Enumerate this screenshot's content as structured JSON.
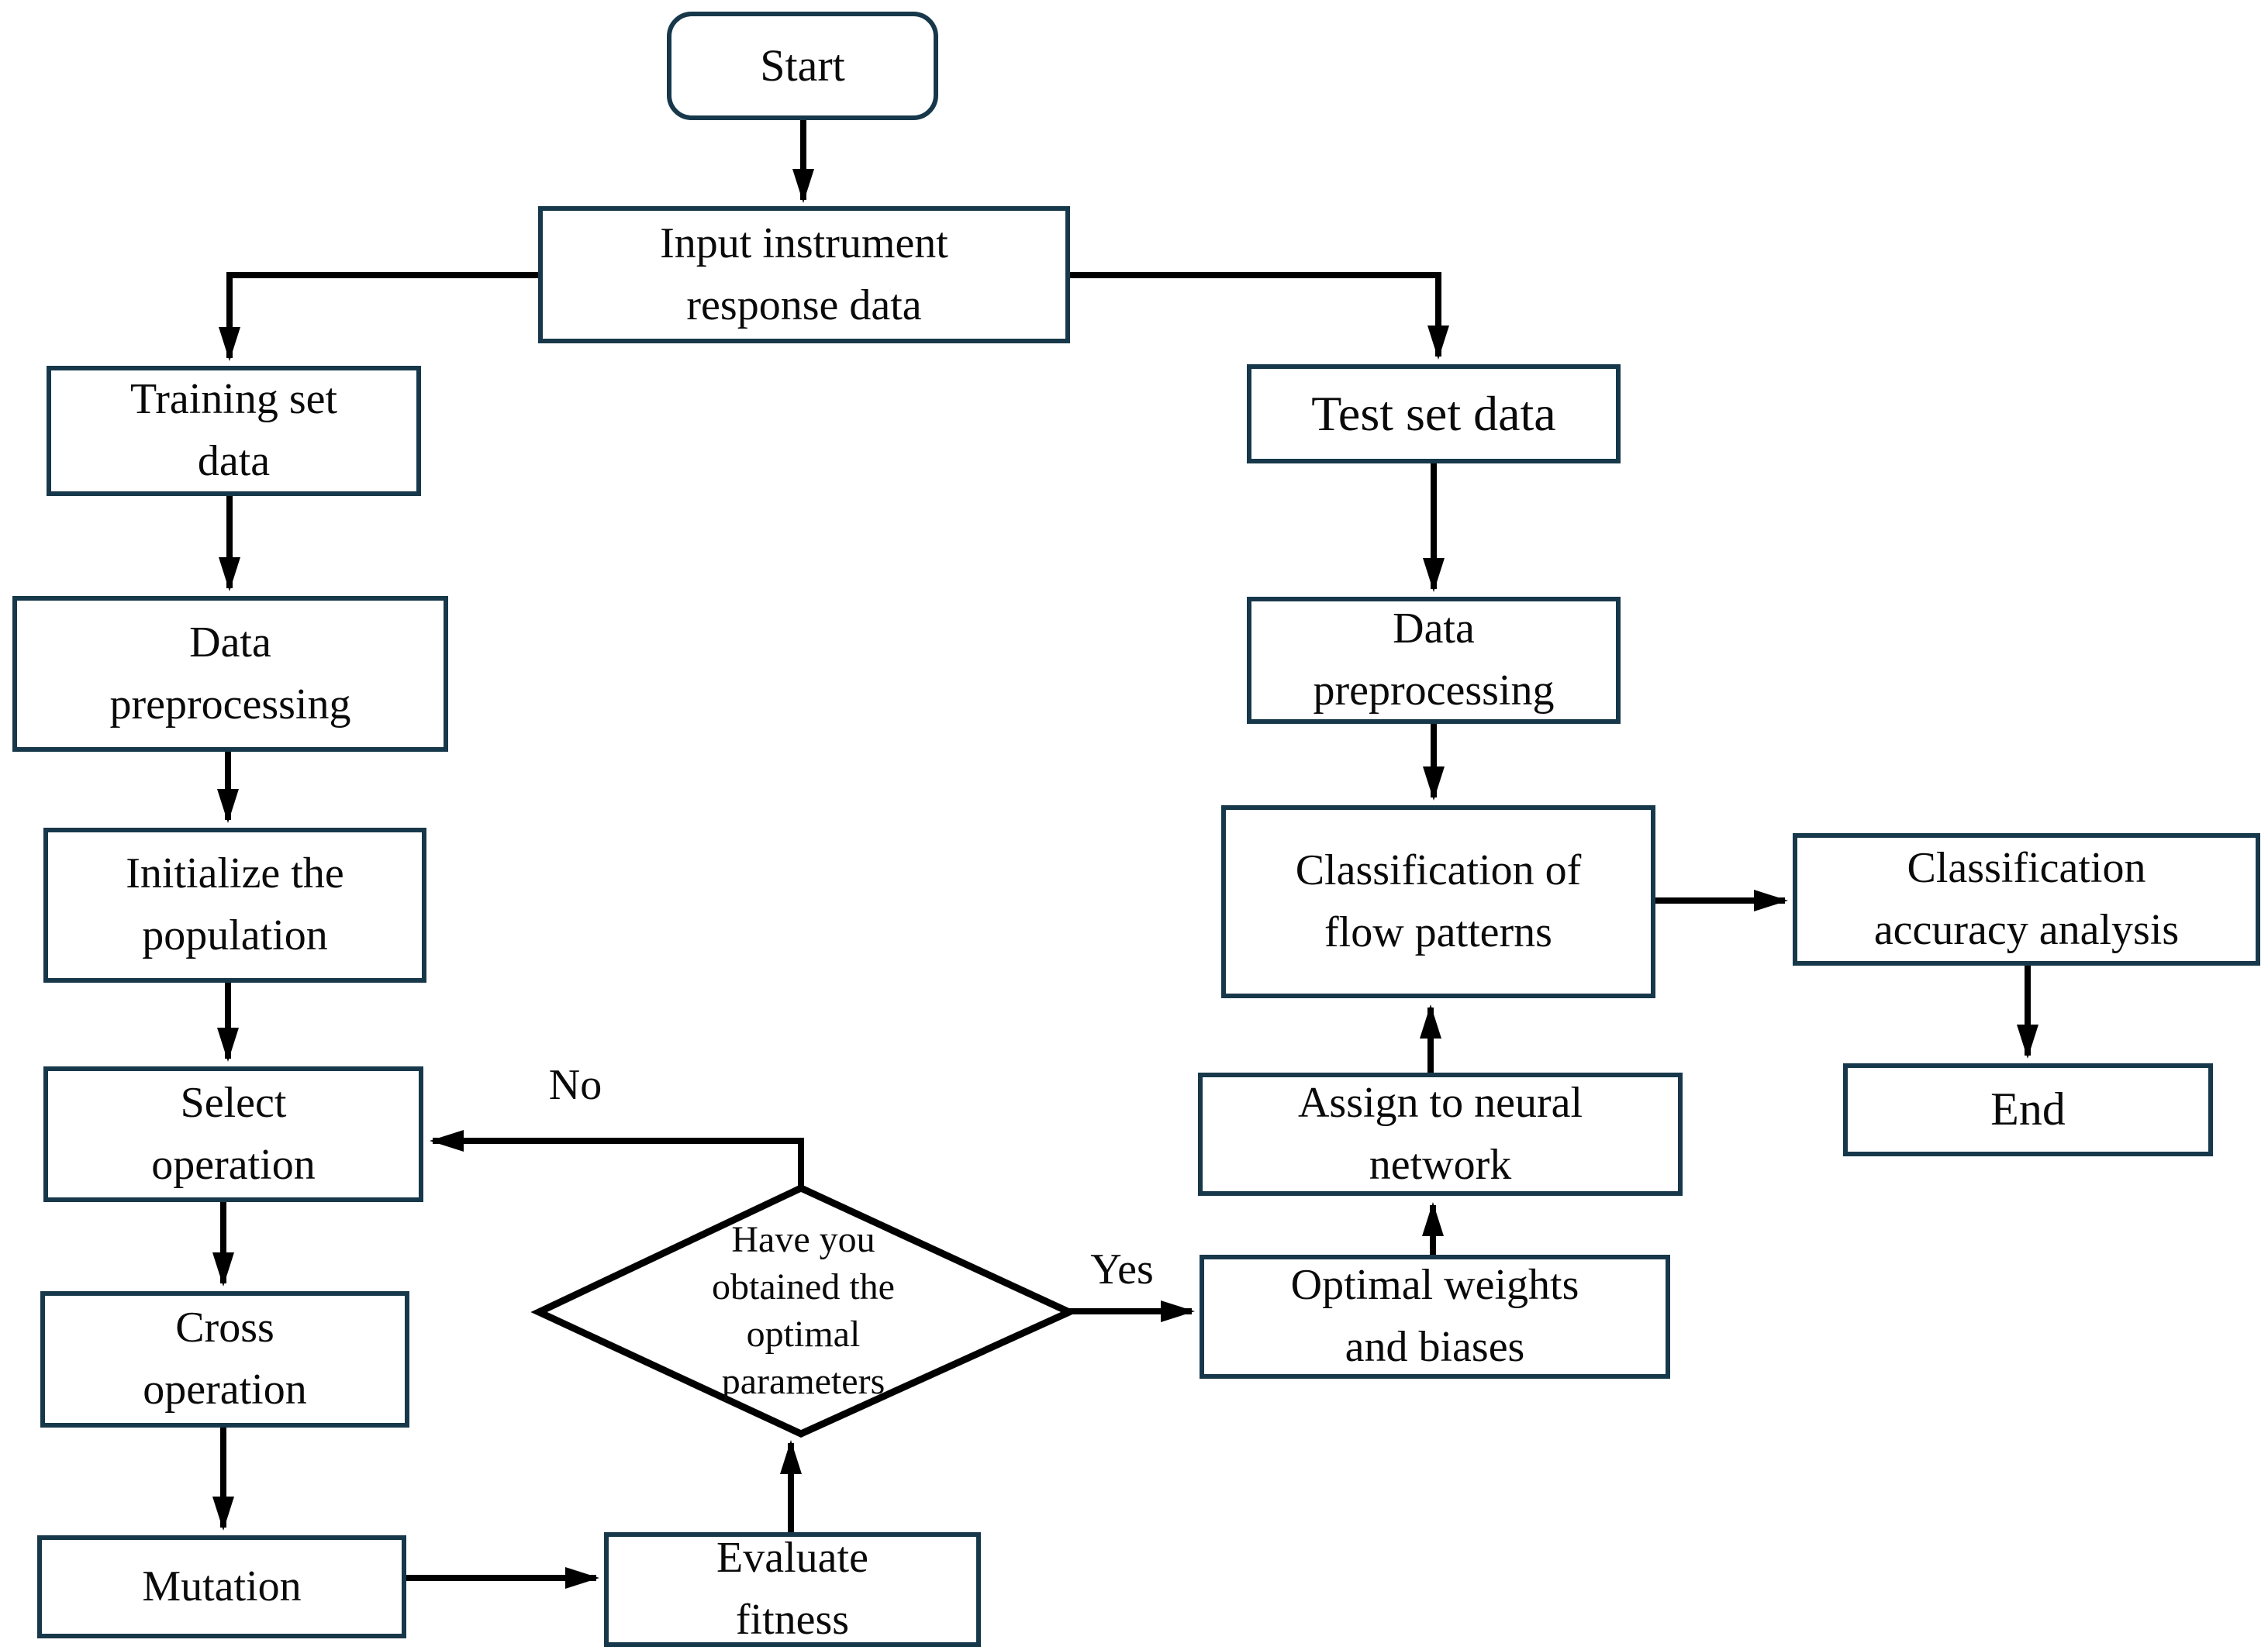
{
  "diagram": {
    "type": "flowchart",
    "nodes": {
      "start": "Start",
      "input": "Input instrument\nresponse data",
      "training": "Training set\ndata",
      "preprocess_left": "Data\npreprocessing",
      "initialize": "Initialize the\npopulation",
      "select": "Select\noperation",
      "cross": "Cross\noperation",
      "mutation": "Mutation",
      "evaluate": "Evaluate\nfitness",
      "decision": "Have you\nobtained the\noptimal\nparameters",
      "optimal": "Optimal weights\nand biases",
      "assign": "Assign to neural\nnetwork",
      "classification": "Classification of\nflow patterns",
      "preprocess_right": "Data\npreprocessing",
      "test": "Test set data",
      "accuracy": "Classification\naccuracy analysis",
      "end": "End"
    },
    "edge_labels": {
      "yes": "Yes",
      "no": "No"
    },
    "colors": {
      "box_border": "#17384a",
      "line": "#000000",
      "text": "#0a0a0a",
      "background": "#ffffff"
    }
  }
}
